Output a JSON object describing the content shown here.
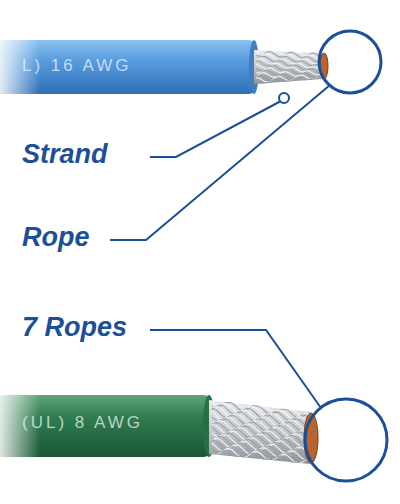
{
  "diagram": {
    "labels": [
      "L) 16 AWG",
      "Strand",
      "Rope",
      "7 Ropes",
      "(UL) 8 AWG"
    ]
  }
}
